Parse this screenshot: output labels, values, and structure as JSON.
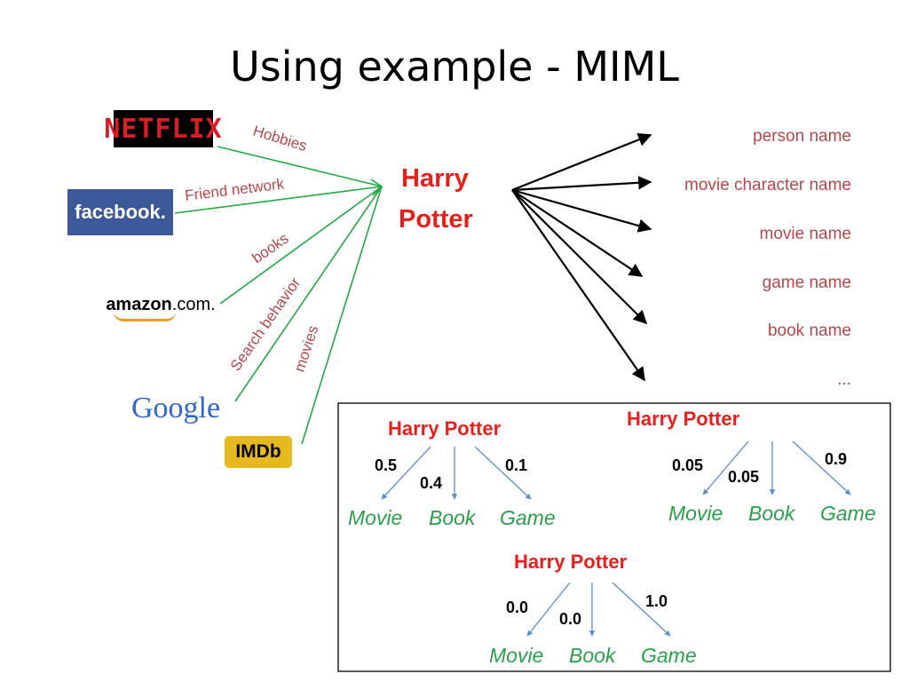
{
  "title": "Using example - MIML",
  "sources": [
    {
      "logo": "NETFLIX",
      "edge_label": "Hobbies"
    },
    {
      "logo": "facebook.",
      "edge_label": "Friend network"
    },
    {
      "logo_bold": "amazon",
      "logo_rest": ".com.",
      "edge_label": "books"
    },
    {
      "logo": "Google",
      "edge_label": "Search behavior"
    },
    {
      "logo": "IMDb",
      "edge_label": "movies"
    }
  ],
  "center": {
    "line1": "Harry",
    "line2": "Potter"
  },
  "outputs": [
    "person name",
    "movie character name",
    "movie name",
    "game name",
    "book name",
    "..."
  ],
  "trees": [
    {
      "root": "Harry Potter",
      "labels": [
        "Movie",
        "Book",
        "Game"
      ],
      "probs": [
        "0.5",
        "0.4",
        "0.1"
      ]
    },
    {
      "root": "Harry Potter",
      "labels": [
        "Movie",
        "Book",
        "Game"
      ],
      "probs": [
        "0.05",
        "0.05",
        "0.9"
      ]
    },
    {
      "root": "Harry Potter",
      "labels": [
        "Movie",
        "Book",
        "Game"
      ],
      "probs": [
        "0.0",
        "0.0",
        "1.0"
      ]
    }
  ],
  "colors": {
    "green": "#22aa44",
    "red": "#e8201c",
    "dark_red": "#b5474b",
    "blue": "#5b8fc9",
    "label_green": "#2aa04a"
  }
}
